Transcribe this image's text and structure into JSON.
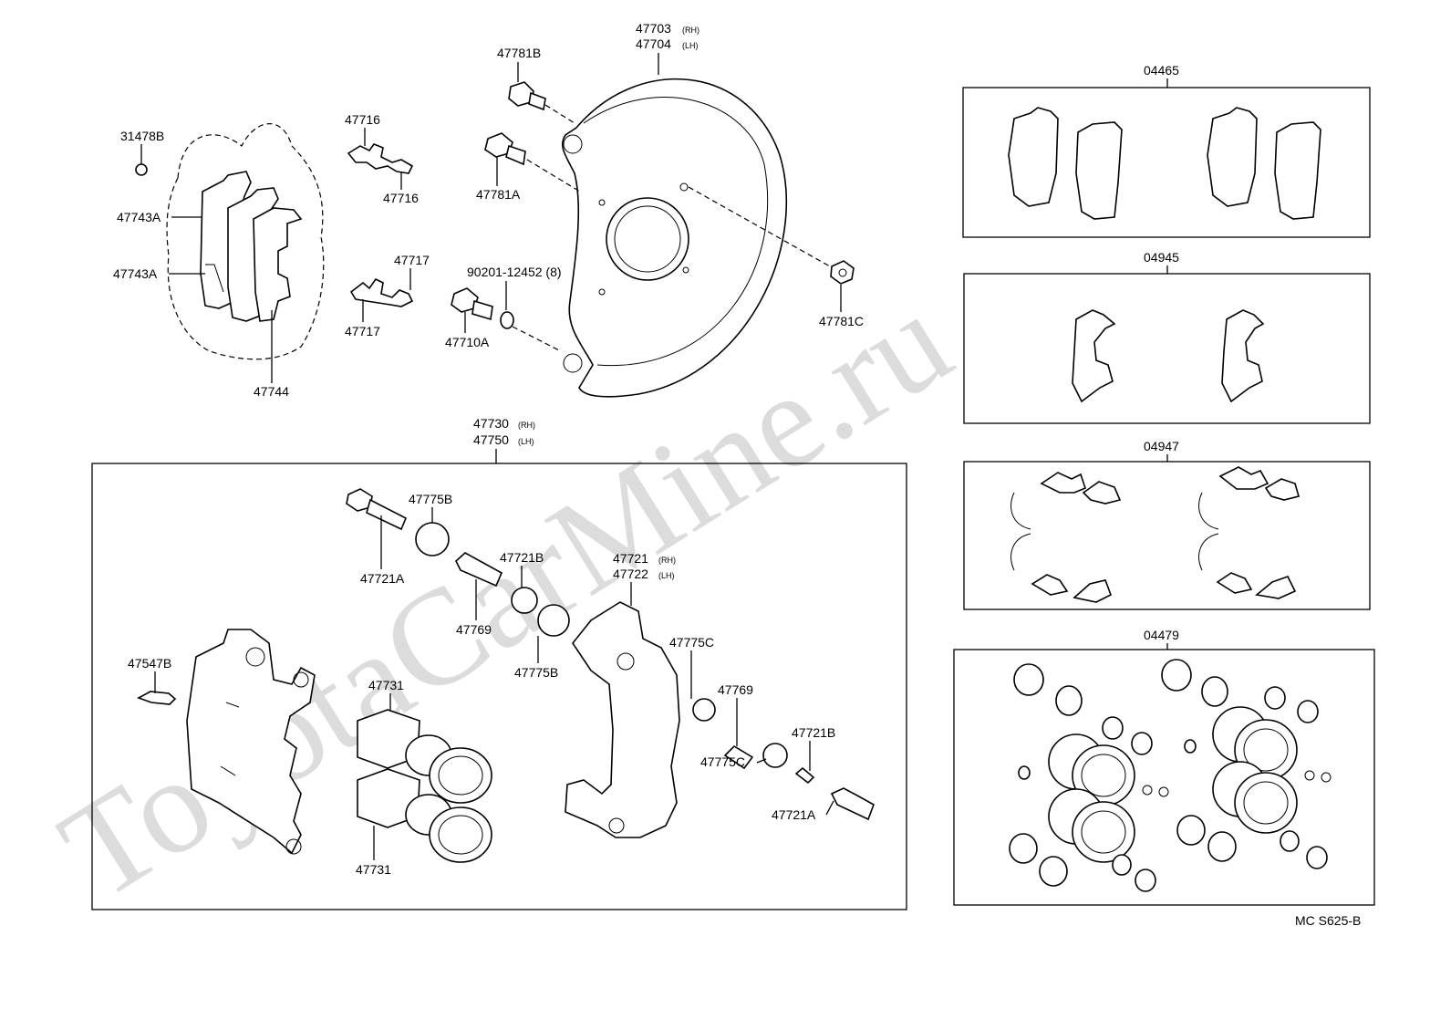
{
  "watermark": "ToyotaCarMine.ru",
  "figure_code": "MC S625-B",
  "labels": {
    "p47703": "47703",
    "p47704": "47704",
    "p47781B": "47781B",
    "p47781A": "47781A",
    "p47781C": "47781C",
    "p47716a": "47716",
    "p47716b": "47716",
    "p47717a": "47717",
    "p47717b": "47717",
    "p31478B": "31478B",
    "p47743Aa": "47743A",
    "p47743Ab": "47743A",
    "p47744": "47744",
    "p90201": "90201-12452 (8)",
    "p47710A": "47710A",
    "p47730": "47730",
    "p47750": "47750",
    "p47775Ba": "47775B",
    "p47775Bb": "47775B",
    "p47721Aa": "47721A",
    "p47721Ab": "47721A",
    "p47721Ba": "47721B",
    "p47721Bb": "47721B",
    "p47769a": "47769",
    "p47769b": "47769",
    "p47721": "47721",
    "p47722": "47722",
    "p47775Ca": "47775C",
    "p47775Cb": "47775C",
    "p47547B": "47547B",
    "p47731a": "47731",
    "p47731b": "47731",
    "k04465": "04465",
    "k04945": "04945",
    "k04947": "04947",
    "k04479": "04479"
  },
  "suffixes": {
    "rh": "(RH)",
    "lh": "(LH)"
  }
}
